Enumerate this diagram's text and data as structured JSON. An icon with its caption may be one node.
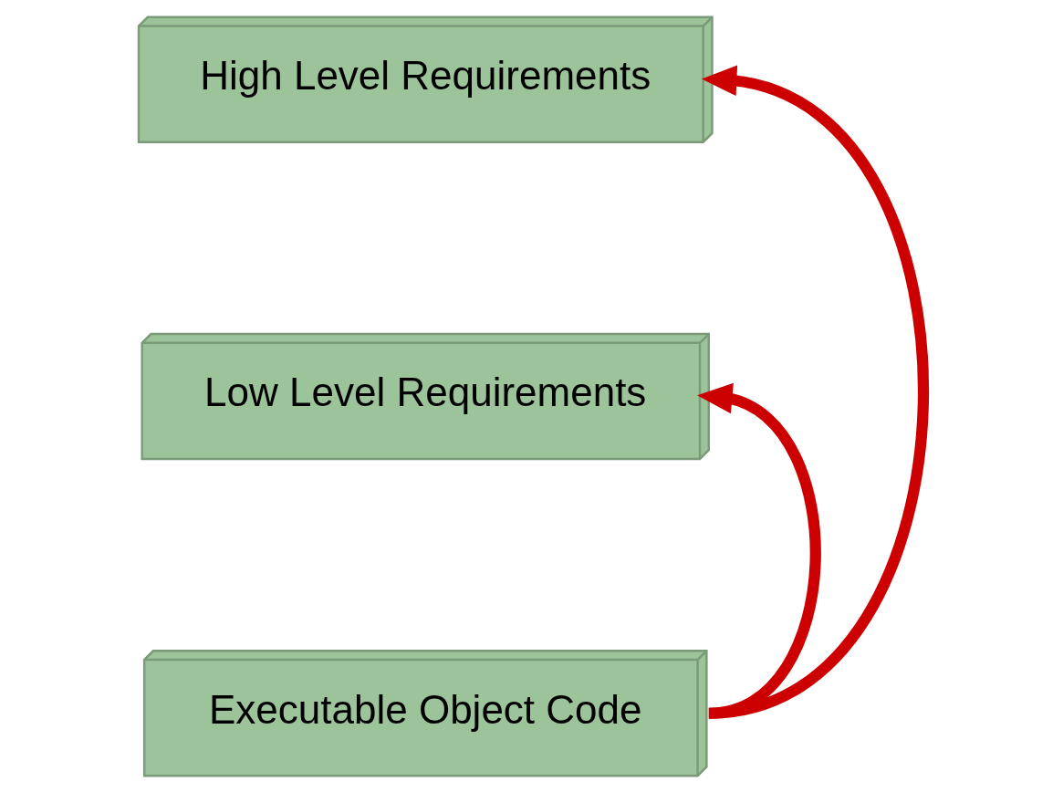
{
  "diagram": {
    "nodes": [
      {
        "text": [
          "High Level Requirements"
        ]
      },
      {
        "text": [
          "Low Level Requirements"
        ]
      },
      {
        "text": [
          "Executable Object Code"
        ]
      }
    ],
    "edges": [
      {
        "from": 2,
        "to": 0,
        "arrow": "to",
        "color": "#cc0000"
      },
      {
        "from": 2,
        "to": 1,
        "arrow": "to",
        "color": "#cc0000"
      }
    ]
  }
}
